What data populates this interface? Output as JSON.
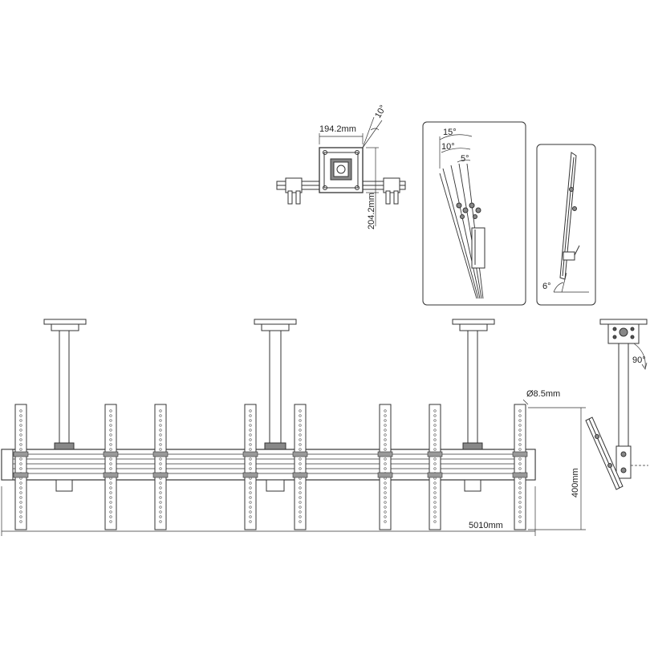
{
  "top_view": {
    "width_label": "194.2mm",
    "height_label": "204.2mm",
    "angle_label": "10°"
  },
  "tilt_view": {
    "angle_15": "15°",
    "angle_10": "10°",
    "angle_5": "5°"
  },
  "side_tilt_view": {
    "angle_label": "6°"
  },
  "front_view": {
    "hole_label": "Ø8.5mm",
    "height_label": "400mm",
    "length_label": "5010mm"
  },
  "side_view": {
    "rotation_label": "90°"
  }
}
